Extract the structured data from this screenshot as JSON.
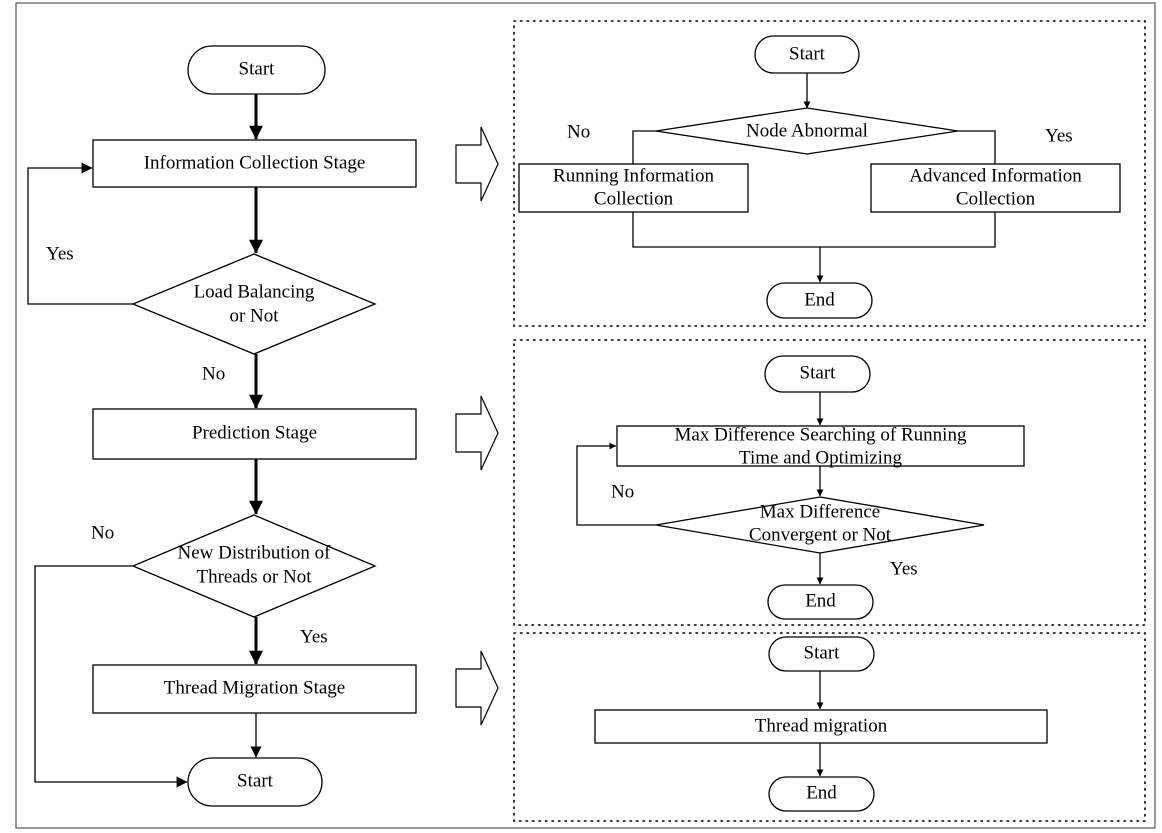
{
  "main_flow": {
    "start": "Start",
    "info_collection": "Information Collection Stage",
    "load_balancing_line1": "Load Balancing",
    "load_balancing_line2": "or Not",
    "yes_loop": "Yes",
    "no_to_prediction": "No",
    "prediction": "Prediction Stage",
    "new_distribution_line1": "New Distribution of",
    "new_distribution_line2": "Threads or Not",
    "no_bypass": "No",
    "yes_to_migration": "Yes",
    "thread_migration": "Thread Migration Stage",
    "end": "Start"
  },
  "info_detail": {
    "start": "Start",
    "decision": "Node Abnormal",
    "no_label": "No",
    "yes_label": "Yes",
    "running_line1": "Running Information",
    "running_line2": "Collection",
    "advanced_line1": "Advanced Information",
    "advanced_line2": "Collection",
    "end": "End"
  },
  "prediction_detail": {
    "start": "Start",
    "process_line1": "Max Difference Searching of Running",
    "process_line2": "Time and Optimizing",
    "decision_line1": "Max Difference",
    "decision_line2": "Convergent or Not",
    "no_label": "No",
    "yes_label": "Yes",
    "end": "End"
  },
  "migration_detail": {
    "start": "Start",
    "process": "Thread migration",
    "end": "End"
  }
}
